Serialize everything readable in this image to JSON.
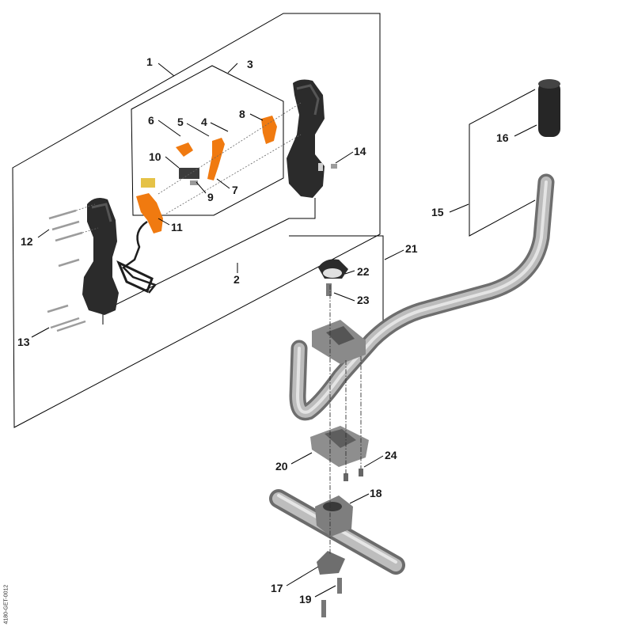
{
  "labels": {
    "p1": "1",
    "p2": "2",
    "p3": "3",
    "p4": "4",
    "p5": "5",
    "p6": "6",
    "p7": "7",
    "p8": "8",
    "p9": "9",
    "p10": "10",
    "p11": "11",
    "p12": "12",
    "p13": "13",
    "p14": "14",
    "p15": "15",
    "p16": "16",
    "p17": "17",
    "p18": "18",
    "p19": "19",
    "p20": "20",
    "p21": "21",
    "p22": "22",
    "p23": "23",
    "p24": "24"
  },
  "doc_code": "4180-GET-0012",
  "colors": {
    "orange": "#f07a10",
    "dark": "#2b2b2b",
    "tube": "#a9a9a9",
    "grey": "#8c8c8c"
  }
}
